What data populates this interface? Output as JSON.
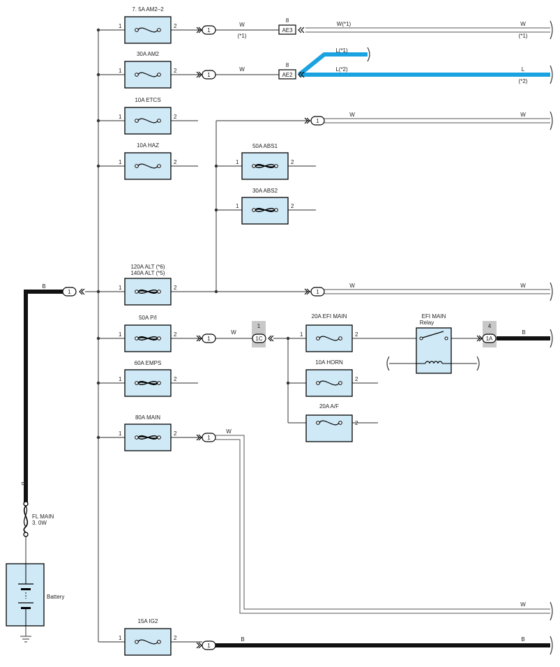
{
  "colors": {
    "fuse_fill": "#cfe9f7",
    "box_stroke": "#000000",
    "thin_wire": "#555555",
    "thick_wire": "#111111",
    "blue_wire": "#1aa3e0",
    "connector_shade": "#c8c8c8"
  },
  "fuses": {
    "am2_2": {
      "label": "7. 5A AM2–2",
      "type": "fuse"
    },
    "am2": {
      "label": "30A AM2",
      "type": "fuse"
    },
    "etcs": {
      "label": "10A ETCS",
      "type": "fuse"
    },
    "haz": {
      "label": "10A HAZ",
      "type": "fuse"
    },
    "abs1": {
      "label": "50A ABS1",
      "type": "fusible-link"
    },
    "abs2": {
      "label": "30A ABS2",
      "type": "fusible-link"
    },
    "alt": {
      "label": "120A ALT (*6)",
      "label2": "140A ALT (*5)",
      "type": "fusible-link"
    },
    "pi": {
      "label": "50A P/I",
      "type": "fusible-link"
    },
    "efi_main": {
      "label": "20A EFI MAIN",
      "type": "fuse"
    },
    "emps": {
      "label": "60A EMPS",
      "type": "fusible-link"
    },
    "horn": {
      "label": "10A HORN",
      "type": "fuse"
    },
    "af": {
      "label": "20A A/F",
      "type": "fuse"
    },
    "main": {
      "label": "80A MAIN",
      "type": "fusible-link"
    },
    "ig2": {
      "label": "15A IG2",
      "type": "fuse"
    }
  },
  "pins": {
    "in": "1",
    "out": "2"
  },
  "connectors": {
    "c_am2_2": "1",
    "c_am2": "1",
    "c_etcs": "1",
    "c_alt_in": "1",
    "c_alt_out": "1",
    "c_pi": "1",
    "c_main": "1",
    "c_ig2": "1",
    "ae3": {
      "name": "AE3",
      "pin": "8"
    },
    "ae2": {
      "name": "AE2",
      "pin": "8"
    },
    "c1c": {
      "name": "1C",
      "pin": "1"
    },
    "c1a": {
      "name": "1A",
      "pin": "4"
    }
  },
  "wire_labels": {
    "am2_2_a": "W",
    "am2_2_a_note": "(*1)",
    "am2_2_b": "W(*1)",
    "am2_2_c": "W",
    "am2_2_c_note": "(*1)",
    "am2_a": "W",
    "blue_1": "L(*1)",
    "blue_2": "L(*2)",
    "blue_3": "L",
    "blue_3_note": "(*2)",
    "etcs_a": "W",
    "etcs_b": "W",
    "alt_a": "W",
    "alt_b": "W",
    "battery": "B",
    "pi": "W",
    "relay_out": "B",
    "main": "W",
    "main_end": "W",
    "ig2_a": "B",
    "ig2_b": "B",
    "battery_vertical": "B"
  },
  "relay": {
    "line1": "EFI MAIN",
    "line2": "Relay"
  },
  "fl_main": {
    "line1": "FL MAIN",
    "line2": "3. 0W"
  },
  "battery": {
    "label": "Battery"
  }
}
